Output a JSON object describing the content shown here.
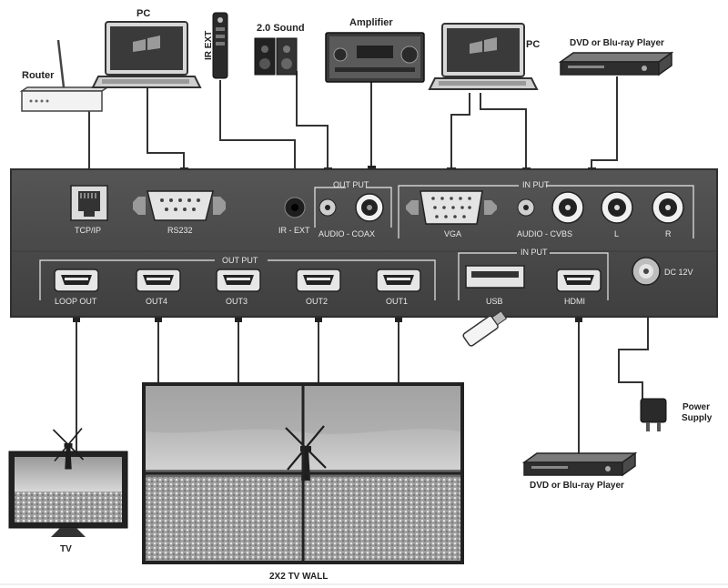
{
  "devices": {
    "router": "Router",
    "pc_left": "PC",
    "ir_ext": "IR EXT",
    "sound": "2.0 Sound",
    "amplifier": "Amplifier",
    "pc_right": "PC",
    "dvd_top": "DVD or Blu-ray Player",
    "power_supply_1": "Power",
    "power_supply_2": "Supply",
    "dvd_bottom": "DVD or Blu-ray Player",
    "tv": "TV",
    "tv_wall": "2X2 TV  WALL"
  },
  "panel": {
    "tcpip": "TCP/IP",
    "rs232": "RS232",
    "ir_ext": "IR - EXT",
    "output_group": "OUT PUT",
    "audio_coax": "AUDIO - COAX",
    "input_group": "IN PUT",
    "vga": "VGA",
    "audio_cvbs": "AUDIO - CVBS",
    "l": "L",
    "r": "R",
    "hdmi_out_group": "OUT PUT",
    "loop_out": "LOOP OUT",
    "out4": "OUT4",
    "out3": "OUT3",
    "out2": "OUT2",
    "out1": "OUT1",
    "in_group": "IN PUT",
    "usb": "USB",
    "hdmi": "HDMI",
    "dc": "DC 12V"
  },
  "colors": {
    "panel": "#4b4b4b",
    "panel_edge": "#2e2e2e",
    "panel_text": "#e8e8e8",
    "cable": "#333333",
    "sky": "#c9c9c9",
    "field": "#8e8e8e"
  }
}
